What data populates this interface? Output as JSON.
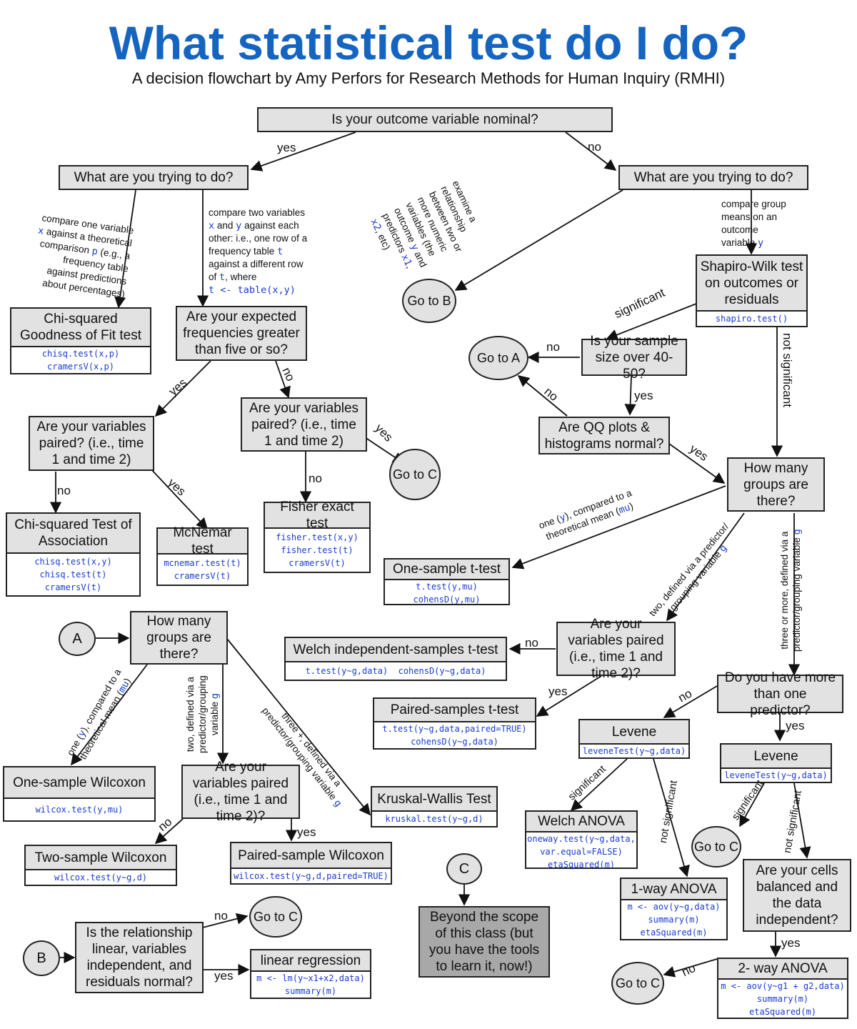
{
  "title": "What statistical test do I do?",
  "subtitle": "A decision flowchart by Amy Perfors for Research Methods for Human Inquiry (RMHI)",
  "nodes": {
    "root": "Is your outcome variable nominal?",
    "left_q": "What are you trying to do?",
    "right_q": "What are you trying to do?",
    "chi_gof": "Chi-squared Goodness of Fit test",
    "expected_freq": "Are your expected frequencies greater than five or so?",
    "paired_left": "Are your variables paired? (i.e., time 1 and time 2)",
    "paired_mid": "Are your variables paired? (i.e., time 1 and time 2)",
    "chi_assoc": "Chi-squared Test of Association",
    "mcnemar": "McNemar test",
    "fisher": "Fisher exact test",
    "go_b": "Go to B",
    "go_c_1": "Go to C",
    "go_a_1": "Go to A",
    "shapiro": "Shapiro-Wilk test on outcomes or residuals",
    "sample_size": "Is your sample size over 40-50?",
    "qq": "Are QQ plots & histograms normal?",
    "groups_right": "How many groups are there?",
    "one_sample_t": "One-sample t-test",
    "paired_right": "Are your variables paired (i.e., time 1 and time 2)?",
    "welch_t": "Welch independent-samples t-test",
    "paired_t": "Paired-samples t-test",
    "more_pred": "Do you have more than one predictor?",
    "levene1": "Levene",
    "levene2": "Levene",
    "welch_anova": "Welch ANOVA",
    "oneway_anova": "1-way ANOVA",
    "go_c_2": "Go to C",
    "cells": "Are your cells balanced and the data independent?",
    "twoway_anova": "2- way ANOVA",
    "go_c_3": "Go to C",
    "circle_a": "A",
    "groups_a": "How many groups are there?",
    "one_wilcoxon": "One-sample Wilcoxon",
    "paired_a": "Are your variables paired (i.e., time 1 and time 2)?",
    "kruskal": "Kruskal-Wallis Test",
    "two_wilcoxon": "Two-sample Wilcoxon",
    "paired_wilcoxon": "Paired-sample Wilcoxon",
    "circle_b": "B",
    "linear_q": "Is the relationship linear, variables independent, and residuals normal?",
    "go_c_4": "Go to C",
    "linreg": "linear regression",
    "circle_c": "C",
    "beyond": "Beyond the scope of this class (but you have the tools to learn it, now!)"
  },
  "code": {
    "chi_gof": [
      "chisq.test(x,p)",
      "cramersV(x,p)"
    ],
    "chi_assoc": [
      "chisq.test(x,y)",
      "chisq.test(t)",
      "cramersV(t)"
    ],
    "mcnemar": [
      "mcnemar.test(t)",
      "cramersV(t)"
    ],
    "fisher": [
      "fisher.test(x,y)",
      "fisher.test(t)",
      "cramersV(t)"
    ],
    "shapiro": [
      "shapiro.test()"
    ],
    "one_sample_t": [
      "t.test(y,mu)",
      "cohensD(y,mu)"
    ],
    "welch_t": [
      "t.test(y~g,data)  cohensD(y~g,data)"
    ],
    "paired_t": [
      "t.test(y~g,data,paired=TRUE)",
      "cohensD(y~g,data)"
    ],
    "levene1": [
      "leveneTest(y~g,data)"
    ],
    "levene2": [
      "leveneTest(y~g,data)"
    ],
    "welch_anova": [
      "oneway.test(y~g,data,",
      "var.equal=FALSE)",
      "etaSquared(m)"
    ],
    "oneway_anova": [
      "m <- aov(y~g,data)",
      "summary(m)",
      "etaSquared(m)"
    ],
    "twoway_anova": [
      "m <- aov(y~g1 + g2,data)",
      "summary(m)",
      "etaSquared(m)"
    ],
    "one_wilcoxon": [
      "wilcox.test(y,mu)"
    ],
    "kruskal": [
      "kruskal.test(y~g,d)"
    ],
    "two_wilcoxon": [
      "wilcox.test(y~g,d)"
    ],
    "paired_wilcoxon": [
      "wilcox.test(y~g,d,paired=TRUE)"
    ],
    "linreg": [
      "m <- lm(y~x1+x2,data)",
      "summary(m)"
    ]
  },
  "notes": {
    "compare_one": [
      "compare one variable",
      "x against a theoretical",
      "comparison p (e.g., a",
      "frequency table",
      "against predictions",
      "about percentages)"
    ],
    "compare_two": [
      "compare two variables",
      "x and y against each",
      "other: i.e., one row of a",
      "frequency table t",
      "against a different row",
      "of t, where",
      "t <- table(x,y)"
    ],
    "examine": [
      "examine a",
      "relationship",
      "between two or",
      "more numeric",
      "variables (the",
      "outcome y and",
      "predictors x1,",
      "x2, etc)"
    ],
    "compare_group": [
      "compare group",
      "means on an",
      "outcome",
      "variable y"
    ],
    "one_y_right": [
      "one (y), compared to a",
      "theoretical mean (mu)"
    ],
    "two_g_right": [
      "two, defined via a predictor/",
      "grouping variable g"
    ],
    "three_right": [
      "three or more, defined via a",
      "predictor/grouping variable g"
    ],
    "one_y_a": [
      "one (y), compared to a",
      "theoretical mean (mu)"
    ],
    "two_g_a": [
      "two, defined via a",
      "predictor/grouping",
      "variable g"
    ],
    "three_a": [
      "three +, defined via a",
      "predictor/grouping variable g"
    ]
  },
  "labels": {
    "yes": "yes",
    "no": "no",
    "significant": "significant",
    "not_significant": "not significant"
  }
}
